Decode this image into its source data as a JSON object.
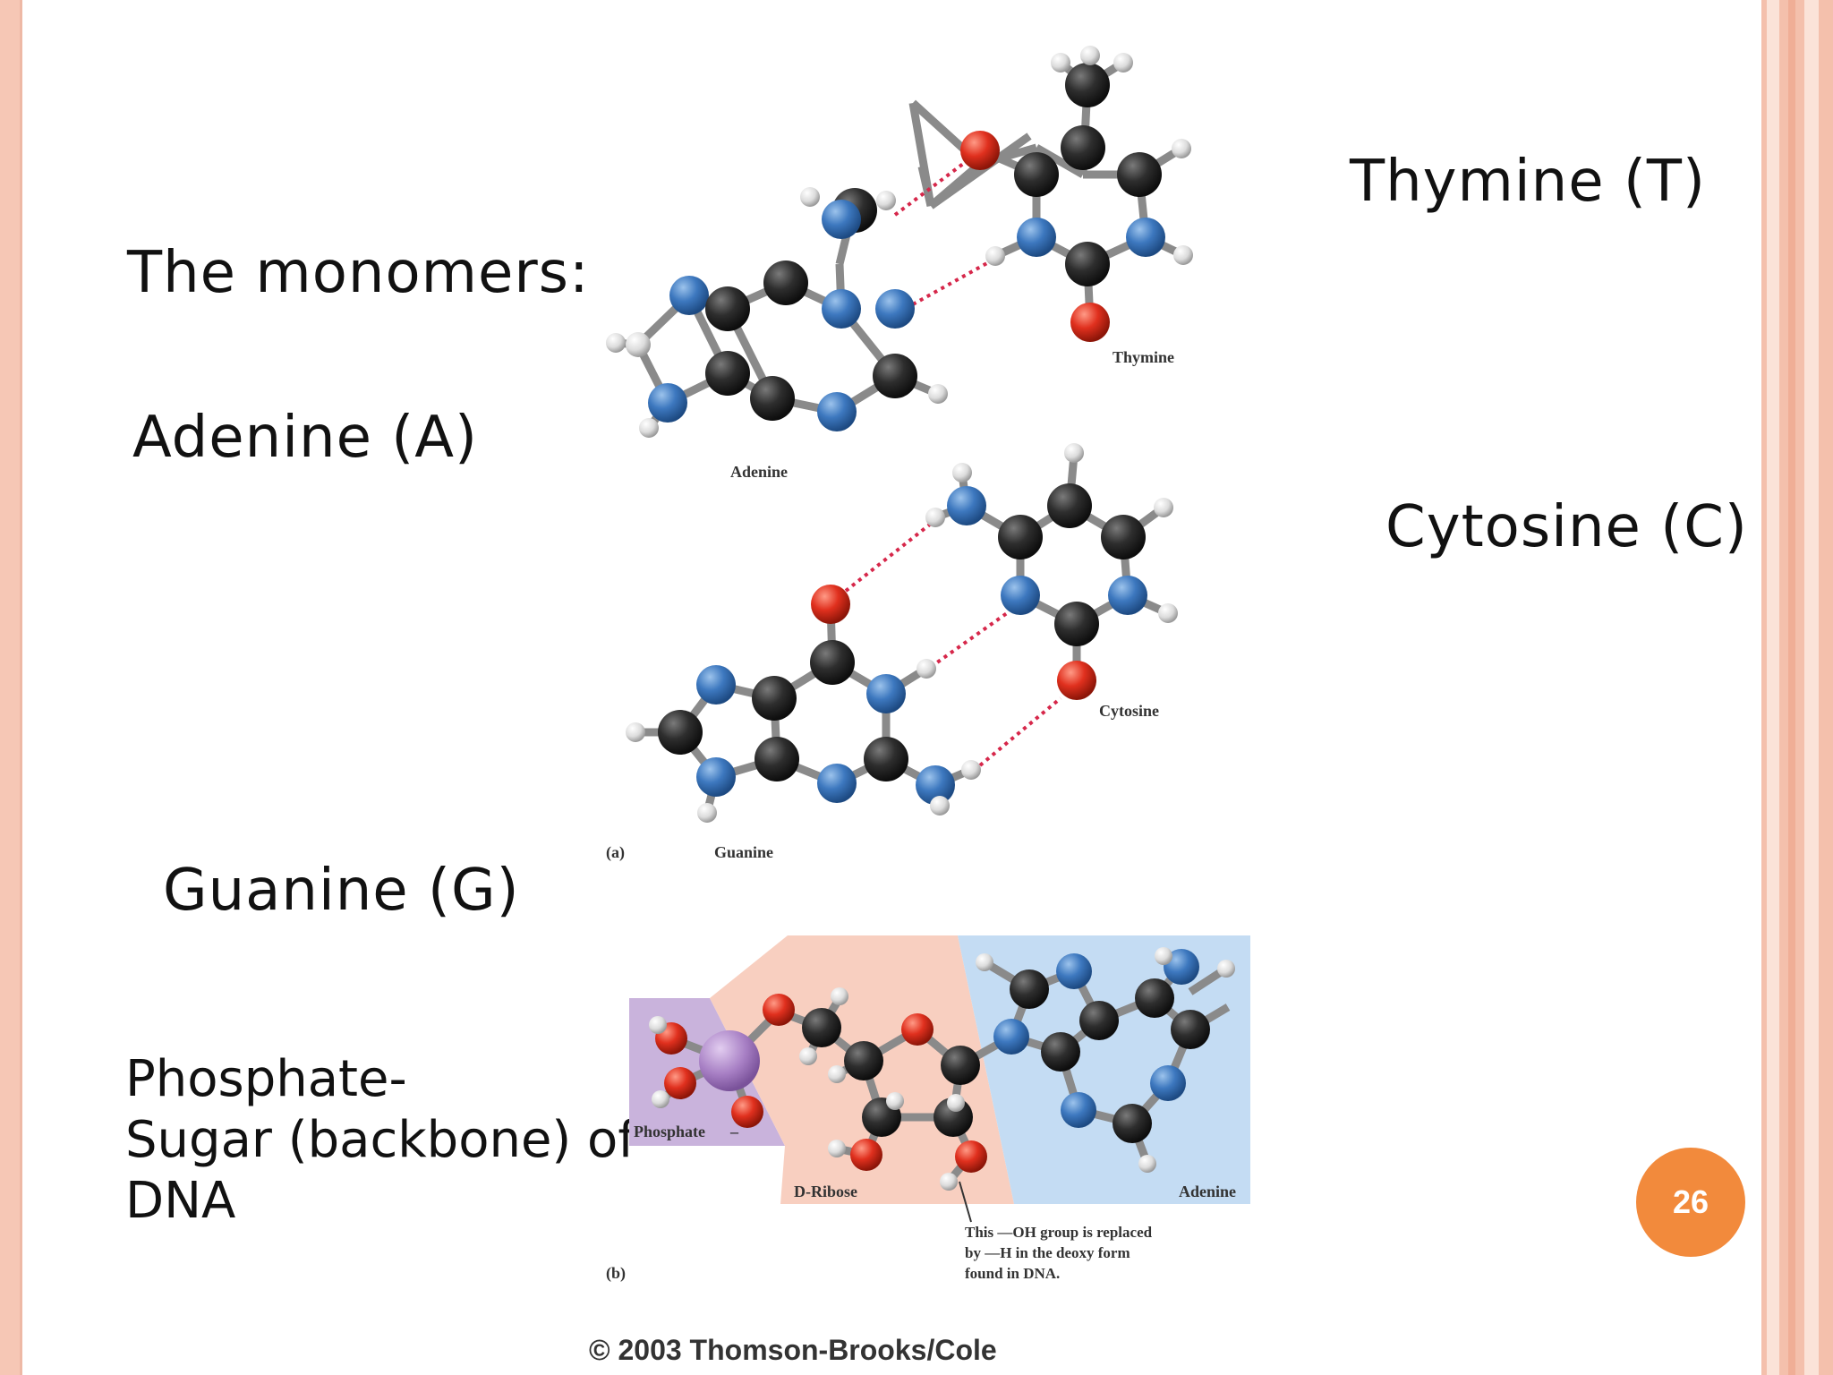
{
  "slide": {
    "heading": "The monomers:",
    "adenine": "Adenine (A)",
    "thymine": "Thymine (T)",
    "cytosine": "Cytosine (C)",
    "guanine": "Guanine (G)",
    "backbone_line1": "Phosphate-",
    "backbone_line2": "Sugar (backbone) of",
    "backbone_line3": "DNA",
    "page_number": "26",
    "copyright": "© 2003 Thomson-Brooks/Cole"
  },
  "figure_a": {
    "panel": "(a)",
    "adenine": "Adenine",
    "thymine": "Thymine",
    "guanine": "Guanine",
    "cytosine": "Cytosine"
  },
  "figure_b": {
    "panel": "(b)",
    "phosphate": "Phosphate",
    "phosphate_charge": "–",
    "ribose": "D-Ribose",
    "adenine": "Adenine",
    "note_line1": "This —OH group is replaced",
    "note_line2": "by —H in the deoxy form",
    "note_line3": "found in DNA."
  },
  "colors": {
    "carbon": "#2e2e2e",
    "nitrogen": "#3d78bf",
    "oxygen": "#e0301e",
    "hydrogen": "#dcdcdc",
    "phosphorus": "#a77fc4",
    "hbond": "#d6274a",
    "phosphate_bg": "#c9b3dc",
    "ribose_bg": "#f8cfc0",
    "base_bg": "#c4dcf3",
    "page_badge": "#f28a3c"
  }
}
